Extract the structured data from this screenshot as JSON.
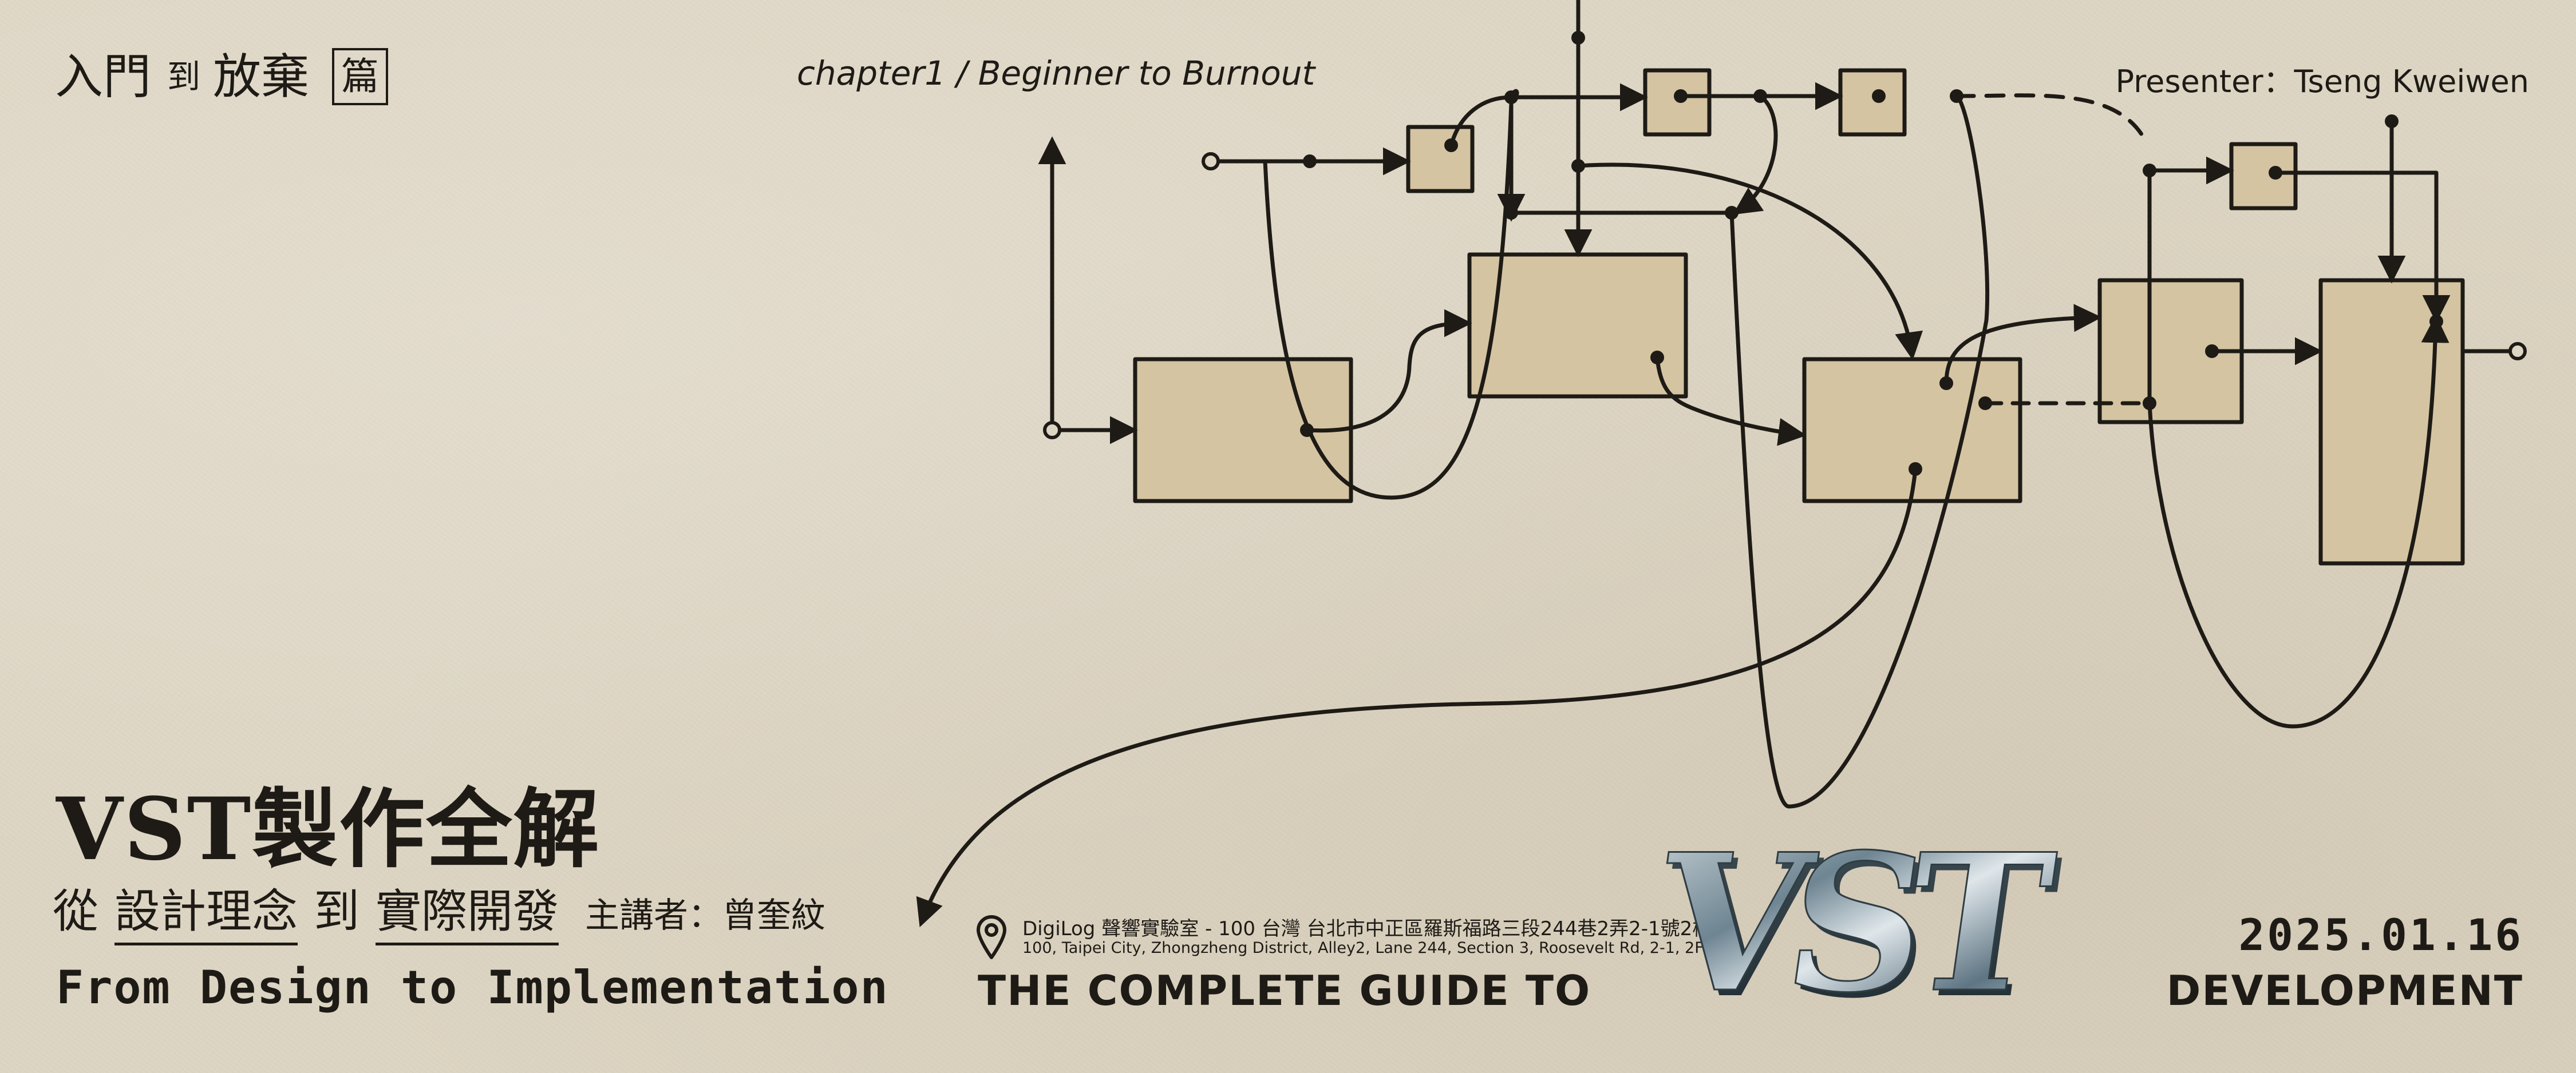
{
  "header": {
    "chapter_part1": "入門",
    "chapter_connector": "到",
    "chapter_part2": "放棄",
    "chapter_tag": "篇",
    "chapter_subtitle": "chapter1 / Beginner to Burnout",
    "presenter": "Presenter：Tseng Kweiwen"
  },
  "title": {
    "main": "VST製作全解",
    "sub_from": "從",
    "sub_design": "設計理念",
    "sub_to": "到",
    "sub_dev": "實際開發",
    "lecturer": "主講者：曾奎紋",
    "english": "From Design to Implementation"
  },
  "venue": {
    "line1": "DigiLog 聲響實驗室 - 100 台灣 台北市中正區羅斯福路三段244巷2弄2-1號2樓",
    "line2": "100, Taipei City, Zhongzheng District, Alley2, Lane 244, Section 3, Roosevelt Rd, 2-1, 2F",
    "icon": "location-pin-icon"
  },
  "event": {
    "guide_prefix": "THE COMPLETE GUIDE TO",
    "logo_text": "VST",
    "guide_suffix": "DEVELOPMENT",
    "date": "2025.01.16"
  },
  "colors": {
    "background": "#ddd5c3",
    "ink": "#1e1b16",
    "box_fill": "#d4c4a2",
    "logo_steel": "#8fa3ae"
  }
}
